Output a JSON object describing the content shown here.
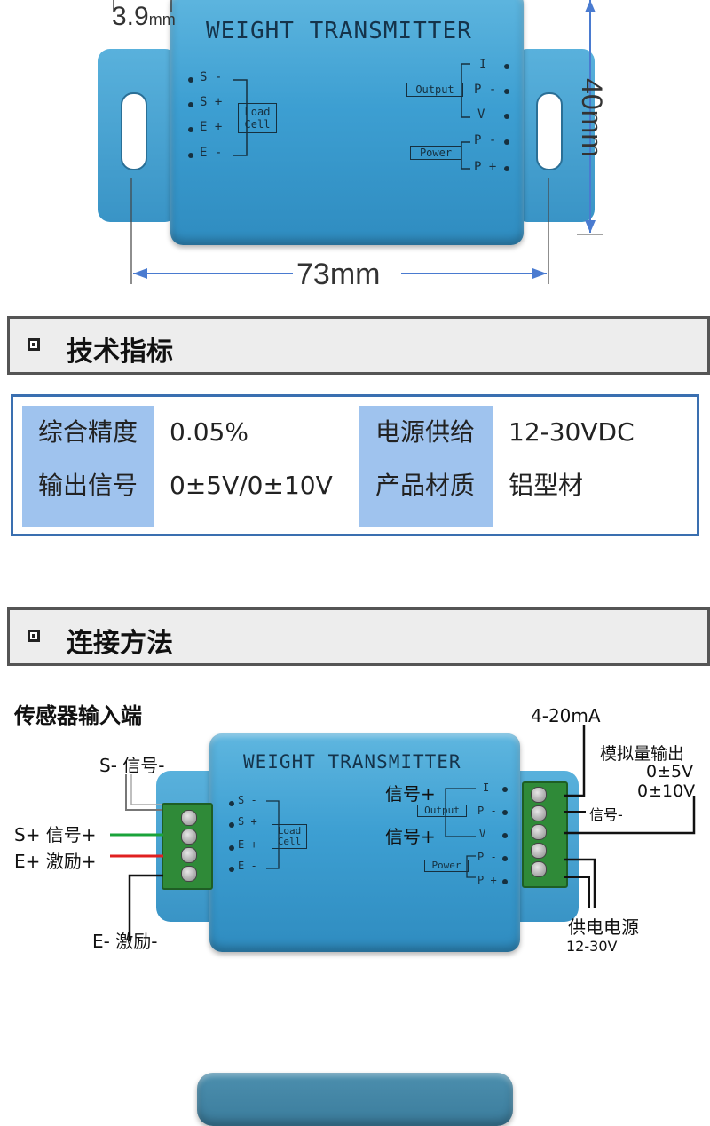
{
  "dimensions": {
    "thickness_value": "3.9",
    "thickness_unit": "mm",
    "height": "40mm",
    "width": "73mm"
  },
  "device": {
    "title": "WEIGHT TRANSMITTER",
    "left_pins": [
      "S -",
      "S +",
      "E +",
      "E -"
    ],
    "load_cell_label_1": "Load",
    "load_cell_label_2": "Cell",
    "right_pins": [
      "I",
      "P -",
      "V",
      "P -",
      "P +"
    ],
    "output_label": "Output",
    "power_label": "Power"
  },
  "section_specs": {
    "title": "技术指标"
  },
  "specs": [
    {
      "label": "综合精度",
      "value": "0.05%"
    },
    {
      "label": "电源供给",
      "value": "12-30VDC"
    },
    {
      "label": "输出信号",
      "value": "0±5V/0±10V"
    },
    {
      "label": "产品材质",
      "value": "铝型材"
    }
  ],
  "section_connect": {
    "title": "连接方法"
  },
  "wiring": {
    "input_heading": "传感器输入端",
    "s_minus": "S- 信号-",
    "s_plus": "S+ 信号+",
    "e_plus": "E+ 激励+",
    "e_minus": "E- 激励-",
    "current_out": "4-20mA",
    "analog_out": "模拟量输出",
    "analog_5v": "0±5V",
    "analog_10v": "0±10V",
    "signal_minus": "信号-",
    "signal_plus_1": "信号+",
    "signal_plus_2": "信号+",
    "power_supply": "供电电源",
    "power_range": "12-30V"
  },
  "colors": {
    "device_blue": "#3d9fd2",
    "spec_label_bg": "#9fc3ee",
    "spec_border": "#3a6fb0",
    "wire_green": "#1aa33a",
    "wire_red": "#e02020",
    "wire_black": "#111111"
  }
}
